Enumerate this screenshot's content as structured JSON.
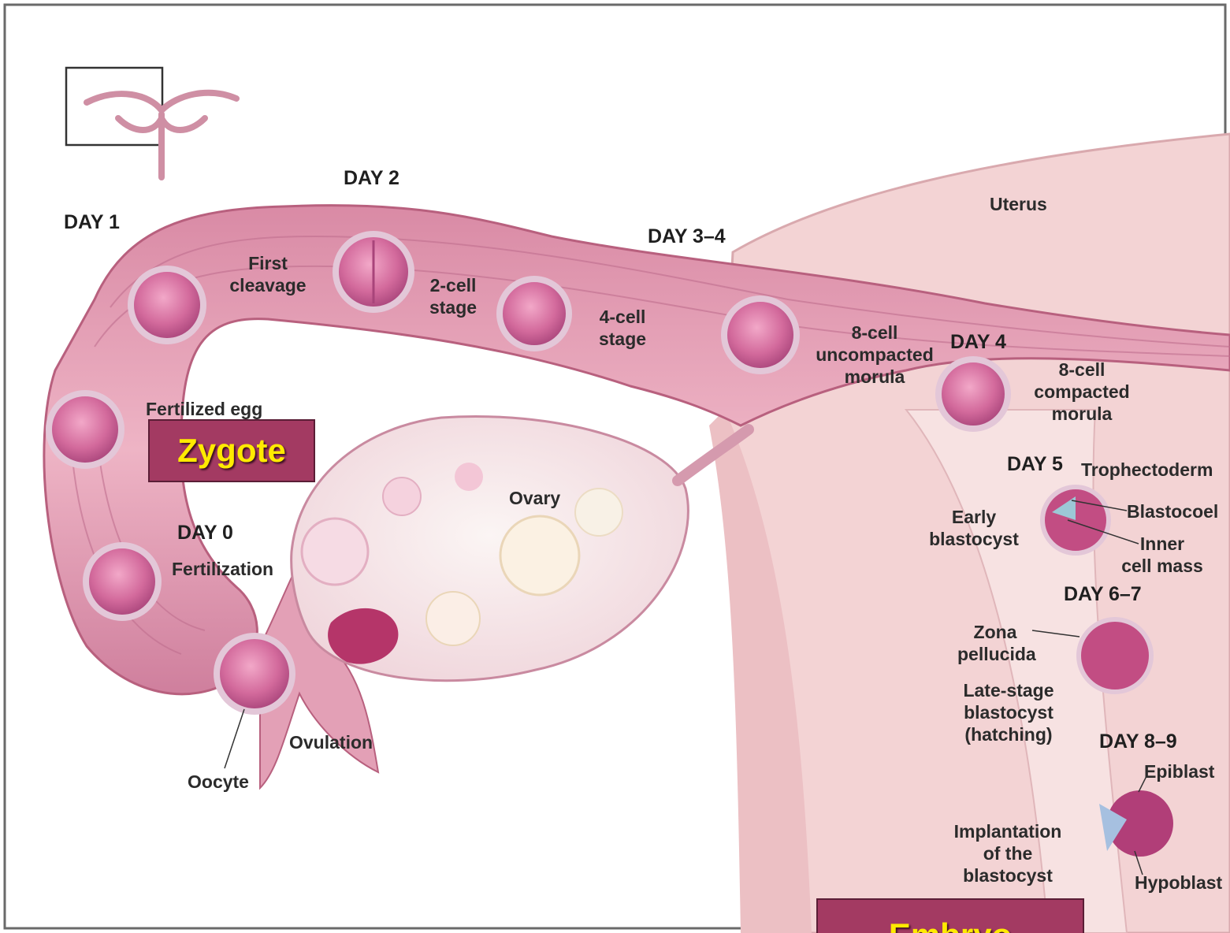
{
  "labels": {
    "day_1": "DAY 1",
    "day_2": "DAY 2",
    "day_3_4": "DAY 3–4",
    "day_4": "DAY 4",
    "day_5": "DAY 5",
    "day_6_7": "DAY 6–7",
    "day_8_9": "DAY 8–9",
    "day_0": "DAY 0",
    "uterus": "Uterus",
    "first_cleavage": "First\ncleavage",
    "two_cell": "2-cell\nstage",
    "four_cell": "4-cell\nstage",
    "eight_cell_uncompacted": "8-cell\nuncompacted\nmorula",
    "eight_cell_compacted": "8-cell\ncompacted\nmorula",
    "fertilized_egg": "Fertilized egg",
    "ovary": "Ovary",
    "fertilization": "Fertilization",
    "ovulation": "Ovulation",
    "oocyte": "Oocyte",
    "trophectoderm": "Trophectoderm",
    "blastocoel": "Blastocoel",
    "inner_cell_mass": "Inner\ncell mass",
    "early_blastocyst": "Early\nblastocyst",
    "zona_pellucida": "Zona\npellucida",
    "late_stage_blastocyst": "Late-stage\nblastocyst\n(hatching)",
    "epiblast": "Epiblast",
    "implantation": "Implantation\nof the\nblastocyst",
    "hypoblast": "Hypoblast"
  },
  "callouts": {
    "zygote": "Zygote",
    "embryo": "Embryo"
  },
  "colors": {
    "tube": "#e9a9bb",
    "tube_dark": "#b8607e",
    "uterus": "#f2cfd2",
    "cell": "#c95f90",
    "callout_bg": "#a33a62",
    "callout_text": "#ffea00"
  }
}
